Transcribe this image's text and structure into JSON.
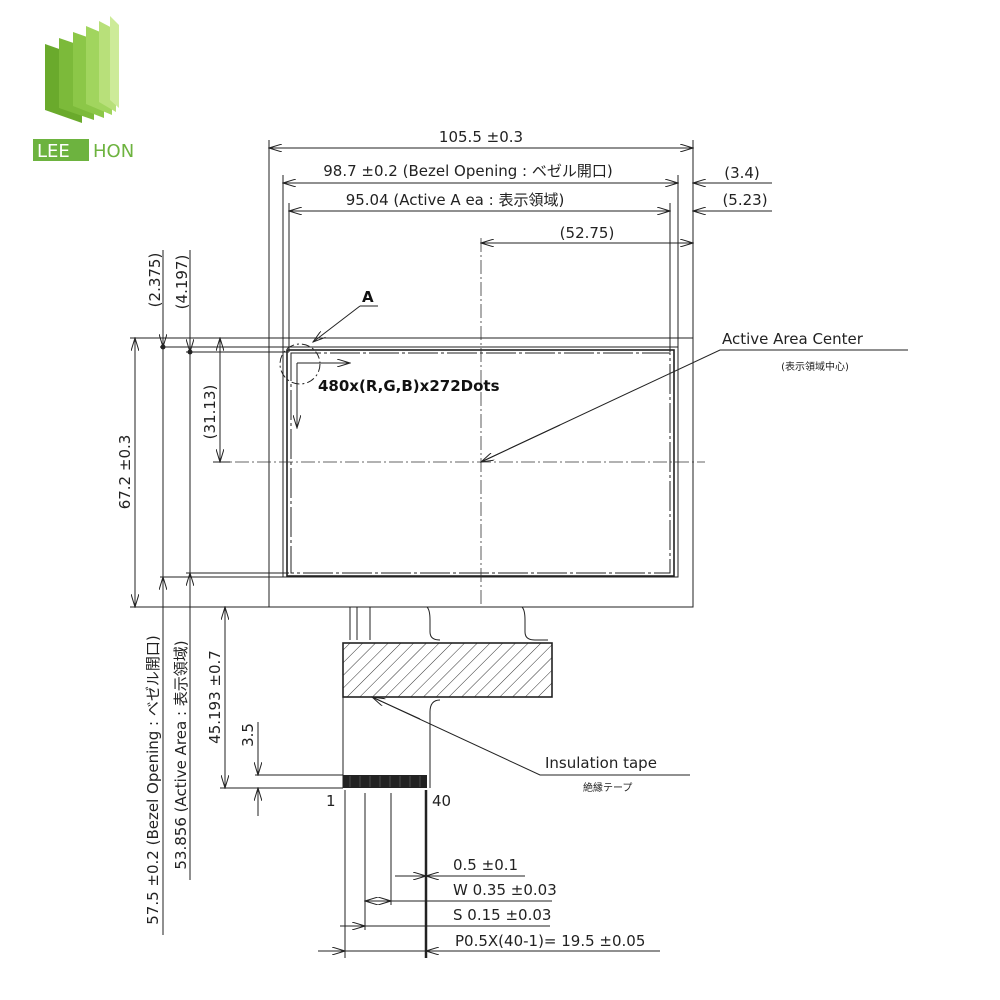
{
  "logo": {
    "text_left": "LEE",
    "text_right": "HON",
    "color": "#6db33f"
  },
  "dimensions": {
    "overall_width": "105.5 ±0.3",
    "bezel_width": "98.7 ±0.2 (Bezel Opening : ベゼル開口)",
    "active_width": "95.04 (Active A ea : 表示領域)",
    "center_x": "(52.75)",
    "right_3_4": "(3.4)",
    "right_5_23": "(5.23)",
    "top_2_375": "(2.375)",
    "top_4_197": "(4.197)",
    "center_y": "(31.13)",
    "overall_height": "67.2 ±0.3",
    "bezel_height": "57.5 ±0.2 (Bezel Opening : ベゼル開口)",
    "active_height": "53.856 (Active Area : 表示領域)",
    "fpc_length": "45.193 ±0.7",
    "contact_length": "3.5",
    "pin_first": "1",
    "pin_last": "40",
    "finger_width": "0.5 ±0.1",
    "w_dim": "W 0.35 ±0.03",
    "s_dim": "S 0.15 ±0.03",
    "pitch": "P0.5X(40-1)= 19.5 ±0.05"
  },
  "labels": {
    "detail_a": "A",
    "resolution": "480x(R,G,B)x272Dots",
    "active_center": "Active Area Center",
    "active_center_jp": "(表示領域中心)",
    "insulation": "Insulation tape",
    "insulation_jp": "絶縁テープ"
  }
}
